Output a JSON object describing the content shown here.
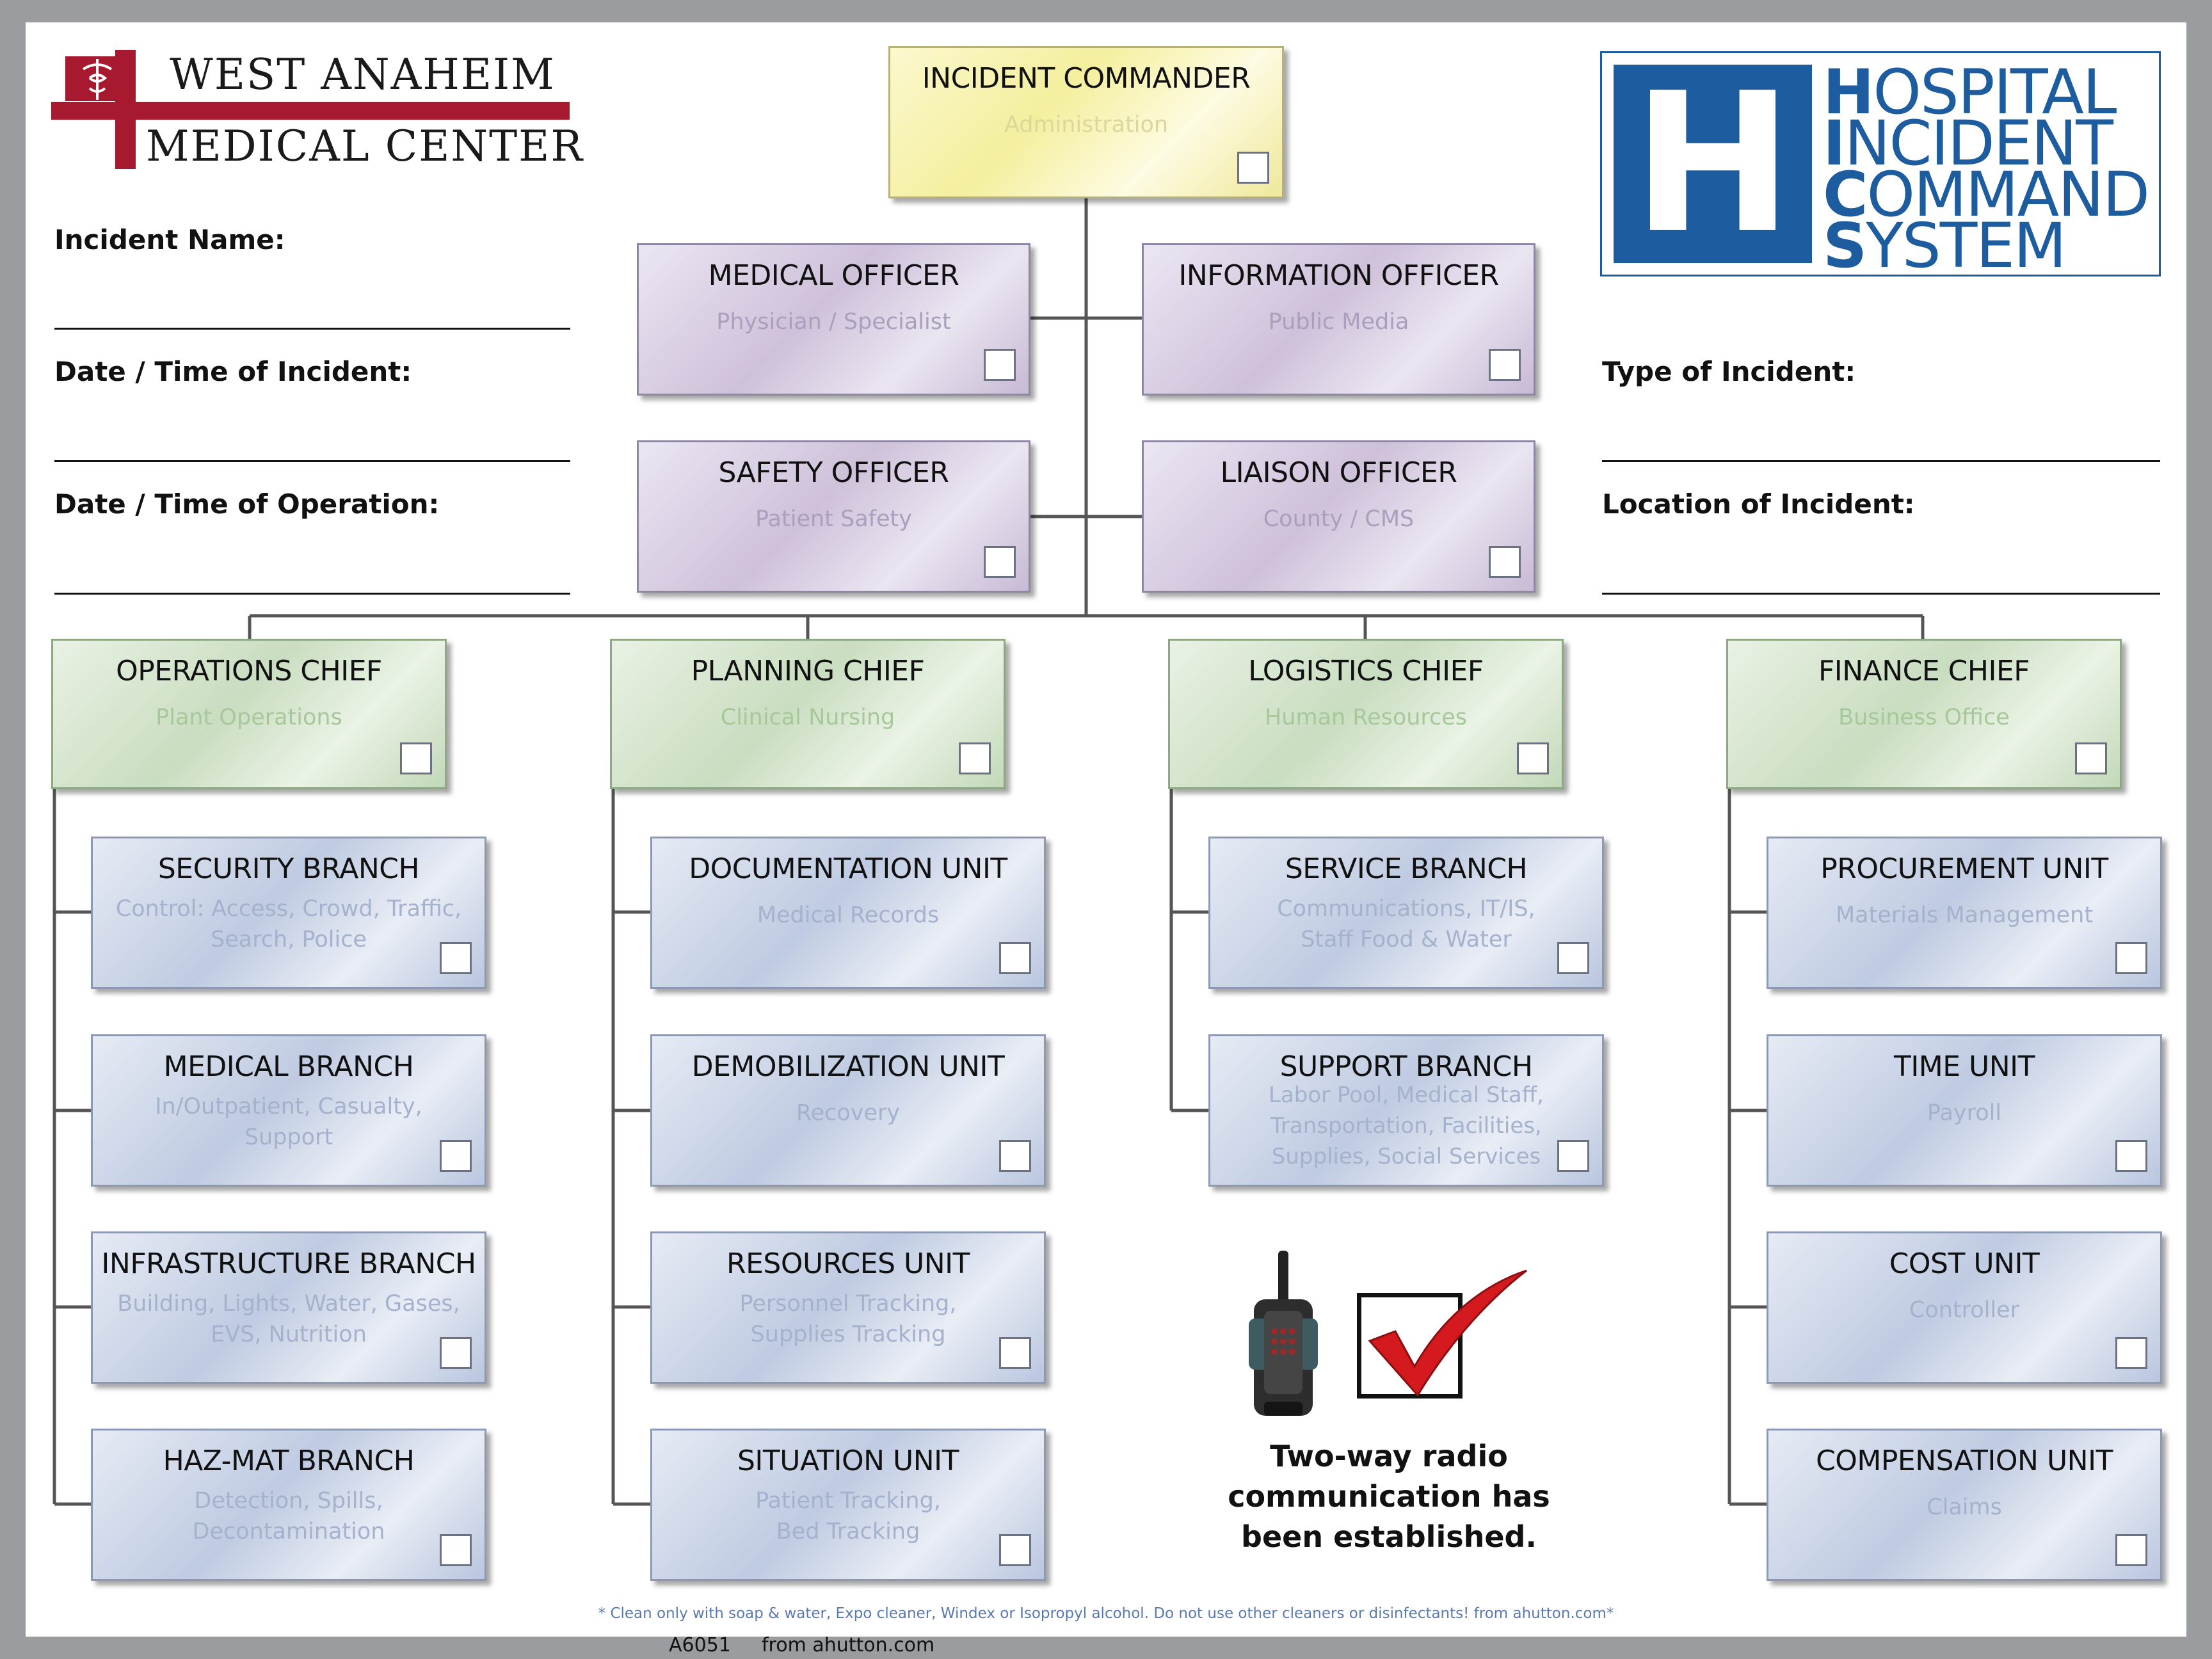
{
  "header": {
    "org_line1": "WEST ANAHEIM",
    "org_line2": "MEDICAL CENTER",
    "hics": {
      "letter": "H",
      "words": [
        {
          "initial": "H",
          "rest": "OSPITAL"
        },
        {
          "initial": "I",
          "rest": "NCIDENT"
        },
        {
          "initial": "C",
          "rest": "OMMAND"
        },
        {
          "initial": "S",
          "rest": "YSTEM"
        }
      ]
    }
  },
  "left_fields": [
    "Incident Name:",
    "Date / Time of Incident:",
    "Date / Time of Operation:"
  ],
  "right_fields": [
    "Type of Incident:",
    "Location of Incident:"
  ],
  "commander": {
    "title": "INCIDENT COMMANDER",
    "sub": "Administration"
  },
  "officers": [
    {
      "title": "MEDICAL OFFICER",
      "sub": "Physician / Specialist"
    },
    {
      "title": "INFORMATION OFFICER",
      "sub": "Public Media"
    },
    {
      "title": "SAFETY OFFICER",
      "sub": "Patient Safety"
    },
    {
      "title": "LIAISON OFFICER",
      "sub": "County / CMS"
    }
  ],
  "sections": [
    {
      "chief": {
        "title": "OPERATIONS CHIEF",
        "sub": "Plant Operations"
      },
      "units": [
        {
          "title": "SECURITY BRANCH",
          "sub": "Control: Access, Crowd, Traffic,\nSearch, Police"
        },
        {
          "title": "MEDICAL BRANCH",
          "sub": "In/Outpatient, Casualty,\nSupport"
        },
        {
          "title": "INFRASTRUCTURE BRANCH",
          "sub": "Building, Lights, Water, Gases,\nEVS, Nutrition"
        },
        {
          "title": "HAZ-MAT BRANCH",
          "sub": "Detection, Spills,\nDecontamination"
        }
      ]
    },
    {
      "chief": {
        "title": "PLANNING CHIEF",
        "sub": "Clinical Nursing"
      },
      "units": [
        {
          "title": "DOCUMENTATION UNIT",
          "sub": "Medical Records"
        },
        {
          "title": "DEMOBILIZATION UNIT",
          "sub": "Recovery"
        },
        {
          "title": "RESOURCES UNIT",
          "sub": "Personnel Tracking,\nSupplies Tracking"
        },
        {
          "title": "SITUATION UNIT",
          "sub": "Patient Tracking,\nBed Tracking"
        }
      ]
    },
    {
      "chief": {
        "title": "LOGISTICS CHIEF",
        "sub": "Human Resources"
      },
      "units": [
        {
          "title": "SERVICE BRANCH",
          "sub": "Communications, IT/IS,\nStaff Food & Water"
        },
        {
          "title": "SUPPORT BRANCH",
          "sub": "Labor Pool, Medical Staff,\nTransportation, Facilities,\nSupplies, Social Services"
        }
      ]
    },
    {
      "chief": {
        "title": "FINANCE CHIEF",
        "sub": "Business Office"
      },
      "units": [
        {
          "title": "PROCUREMENT UNIT",
          "sub": "Materials Management"
        },
        {
          "title": "TIME UNIT",
          "sub": "Payroll"
        },
        {
          "title": "COST UNIT",
          "sub": "Controller"
        },
        {
          "title": "COMPENSATION UNIT",
          "sub": "Claims"
        }
      ]
    }
  ],
  "radio_note": "Two-way radio\ncommunication has\nbeen established.",
  "footnote": "* Clean only with soap & water, Expo cleaner, Windex or Isopropyl alcohol.  Do not use other cleaners or disinfectants!  from ahutton.com*",
  "code": "A6051",
  "source": "from ahutton.com",
  "colors": {
    "hics_blue": "#1d5c9e",
    "logo_red": "#a6192e",
    "check_red": "#d41a1f"
  }
}
